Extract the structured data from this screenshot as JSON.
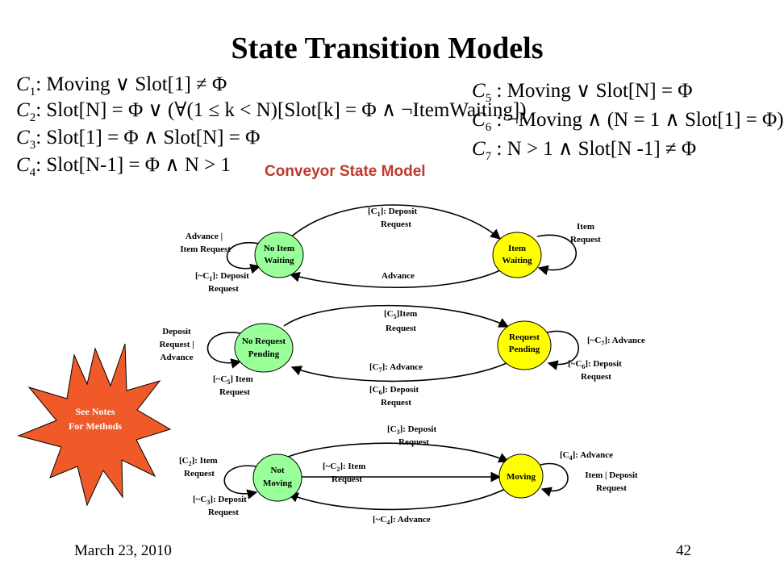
{
  "title": "State Transition Models",
  "conditions": {
    "c1": {
      "name": "C",
      "sub": "1",
      "expr": ": Moving ∨ Slot[1] ≠ Φ"
    },
    "c2": {
      "name": "C",
      "sub": "2",
      "expr": ": Slot[N] = Φ ∨ (∀(1 ≤ k < N)[Slot[k] = Φ ∧ ¬ItemWaiting])"
    },
    "c3": {
      "name": "C",
      "sub": "3",
      "expr": ": Slot[1] = Φ ∧ Slot[N] = Φ"
    },
    "c4": {
      "name": "C",
      "sub": "4",
      "expr": ": Slot[N-1] = Φ ∧ N > 1"
    },
    "c5": {
      "name": "C",
      "sub": "5",
      "expr": " : Moving ∨ Slot[N] = Φ"
    },
    "c6": {
      "name": "C",
      "sub": "6",
      "expr": " : ¬Moving ∧ (N = 1 ∧ Slot[1] = Φ)"
    },
    "c7": {
      "name": "C",
      "sub": "7",
      "expr": " : N > 1 ∧ Slot[N -1] ≠ Φ"
    }
  },
  "model_title": "Conveyor State Model",
  "starburst": {
    "line1": "See Notes",
    "line2": "For Methods"
  },
  "colors": {
    "green_state": "#99ff99",
    "yellow_state": "#ffff00",
    "starburst": "#f05a28",
    "model_title": "#c0392b"
  },
  "diagram1": {
    "state_a": {
      "line1": "No Item",
      "line2": "Waiting"
    },
    "state_b": {
      "line1": "Item",
      "line2": "Waiting"
    },
    "top_edge": {
      "pre": "[C",
      "sub": "1",
      "post": "]: Deposit",
      "line2": "Request"
    },
    "bottom_edge": "Advance",
    "loop_a_upper": {
      "line1": "Advance |",
      "line2": "Item Request"
    },
    "loop_a_lower": {
      "pre": "[~C",
      "sub": "1",
      "post": "]: Deposit",
      "line2": "Request"
    },
    "loop_b": {
      "line1": "Item",
      "line2": "Request"
    }
  },
  "diagram2": {
    "state_a": {
      "line1": "No Request",
      "line2": "Pending"
    },
    "state_b": {
      "line1": "Request",
      "line2": "Pending"
    },
    "top_edge": {
      "pre": "[C",
      "sub": "5",
      "post": "]Item",
      "line2": "Request"
    },
    "bottom_edge_upper": {
      "pre": "[C",
      "sub": "7",
      "post": "]: Advance"
    },
    "bottom_edge_lower": {
      "pre": "[C",
      "sub": "6",
      "post": "]: Deposit",
      "line2": "Request"
    },
    "loop_a_upper": {
      "line1": "Deposit",
      "line2": "Request |",
      "line3": "Advance"
    },
    "loop_a_lower": {
      "pre": "[~C",
      "sub": "5",
      "post": "] Item",
      "line2": "Request"
    },
    "loop_b_upper": {
      "pre": "[~C",
      "sub": "7",
      "post": "]: Advance"
    },
    "loop_b_lower": {
      "pre": "[~C",
      "sub": "6",
      "post": "]: Deposit",
      "line2": "Request"
    }
  },
  "diagram3": {
    "state_a": {
      "line1": "Not",
      "line2": "Moving"
    },
    "state_b": {
      "line1": "Moving"
    },
    "top_edge": {
      "pre": "[C",
      "sub": "3",
      "post": "]: Deposit",
      "line2": "Request"
    },
    "middle_edge": {
      "pre": "[~C",
      "sub": "2",
      "post": "]: Item",
      "line2": "Request"
    },
    "bottom_edge": {
      "pre": "[~C",
      "sub": "4",
      "post": "]: Advance"
    },
    "loop_a_upper": {
      "pre": "[C",
      "sub": "2",
      "post": "]: Item",
      "line2": "Request"
    },
    "loop_a_lower": {
      "pre": "[~C",
      "sub": "3",
      "post": "]: Deposit",
      "line2": "Request"
    },
    "loop_b_upper": {
      "pre": "[C",
      "sub": "4",
      "post": "]: Advance"
    },
    "loop_b_lower": {
      "line1": "Item | Deposit",
      "line2": "Request"
    }
  },
  "footer": {
    "date": "March 23, 2010",
    "page": "42"
  }
}
